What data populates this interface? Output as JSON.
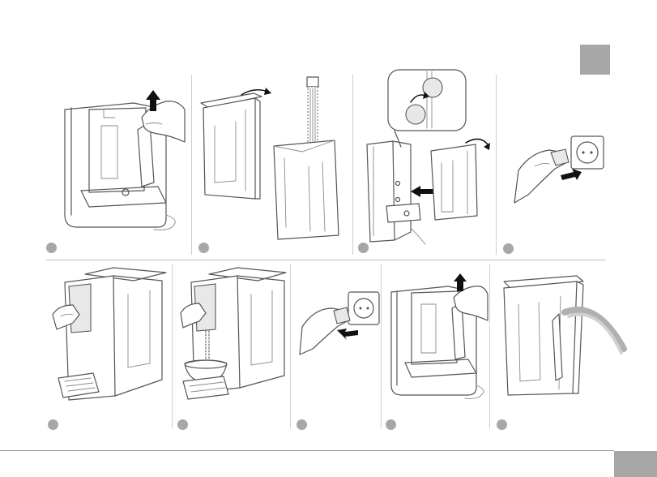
{
  "steps_top": [
    {
      "id": "1",
      "icon": "lift-tank-illustration"
    },
    {
      "id": "2",
      "icon": "rinse-tank-illustration"
    },
    {
      "id": "3",
      "icon": "insert-filter-illustration"
    },
    {
      "id": "4",
      "icon": "plug-in-illustration"
    }
  ],
  "steps_bottom": [
    {
      "id": "5",
      "icon": "press-lever-illustration"
    },
    {
      "id": "6",
      "icon": "dispense-bowl-illustration"
    },
    {
      "id": "7",
      "icon": "unplug-illustration"
    },
    {
      "id": "8",
      "icon": "lift-tank-illustration"
    },
    {
      "id": "9",
      "icon": "pour-out-illustration"
    }
  ],
  "colors": {
    "marker": "#a7a7a7",
    "line": "#555555",
    "separator": "#cfcfcf"
  }
}
